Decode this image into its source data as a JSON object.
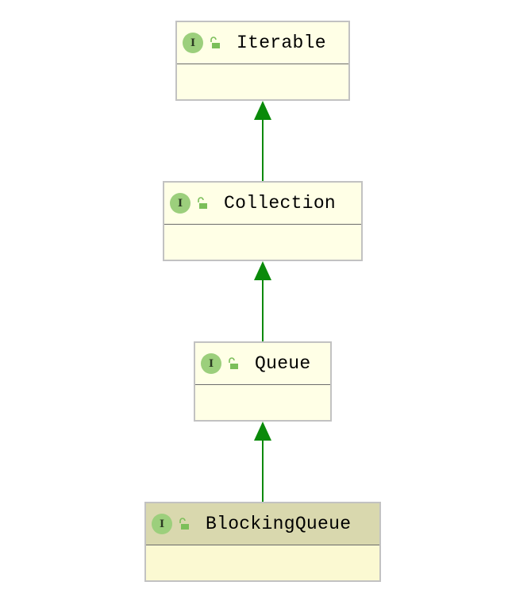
{
  "colors": {
    "edge": "#0a8a0a",
    "node_fill": "#ffffe6",
    "selected_header": "#d9d8ae",
    "badge": "#9ccf7c"
  },
  "nodes": [
    {
      "name": "Iterable",
      "badge": "I",
      "kind": "interface",
      "icon": "unlocked-padlock-icon"
    },
    {
      "name": "Collection",
      "badge": "I",
      "kind": "interface",
      "icon": "unlocked-padlock-icon"
    },
    {
      "name": "Queue",
      "badge": "I",
      "kind": "interface",
      "icon": "unlocked-padlock-icon"
    },
    {
      "name": "BlockingQueue",
      "badge": "I",
      "kind": "interface",
      "icon": "unlocked-padlock-icon",
      "selected": true
    }
  ],
  "edges": [
    {
      "from": "Collection",
      "to": "Iterable",
      "type": "extends"
    },
    {
      "from": "Queue",
      "to": "Collection",
      "type": "extends"
    },
    {
      "from": "BlockingQueue",
      "to": "Queue",
      "type": "extends"
    }
  ]
}
